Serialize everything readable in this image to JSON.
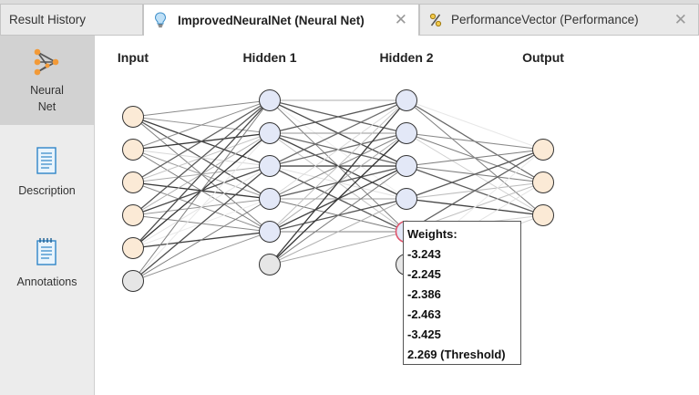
{
  "tabs": [
    {
      "label": "Result History",
      "icon": "",
      "closable": false,
      "active": false
    },
    {
      "label": "ImprovedNeuralNet (Neural Net)",
      "icon": "lightbulb-icon",
      "closable": true,
      "active": true
    },
    {
      "label": "PerformanceVector (Performance)",
      "icon": "percent-icon",
      "closable": true,
      "active": false
    }
  ],
  "close_glyph": "✕",
  "sidebar": {
    "items": [
      {
        "label_line1": "Neural",
        "label_line2": "Net",
        "icon": "neural-net-icon",
        "selected": true
      },
      {
        "label_line1": "Description",
        "label_line2": "",
        "icon": "description-icon",
        "selected": false
      },
      {
        "label_line1": "Annotations",
        "label_line2": "",
        "icon": "annotations-icon",
        "selected": false
      }
    ]
  },
  "network": {
    "layers": [
      {
        "title": "Input",
        "neurons": 5,
        "bias": true
      },
      {
        "title": "Hidden 1",
        "neurons": 5,
        "bias": true
      },
      {
        "title": "Hidden 2",
        "neurons": 5,
        "bias": true
      },
      {
        "title": "Output",
        "neurons": 3,
        "bias": false
      }
    ],
    "highlighted_neuron": {
      "layer": "Hidden 2",
      "index": 5
    },
    "colors": {
      "input_node": "#fbead6",
      "hidden_node": "#e3e8f7",
      "output_node": "#fbead6",
      "bias_node": "#e6e6e6",
      "highlight_stroke": "#e0546b"
    }
  },
  "tooltip": {
    "title": "Weights:",
    "weights": [
      "-3.243",
      "-2.245",
      "-2.386",
      "-2.463",
      "-3.425"
    ],
    "threshold": "2.269 (Threshold)"
  }
}
